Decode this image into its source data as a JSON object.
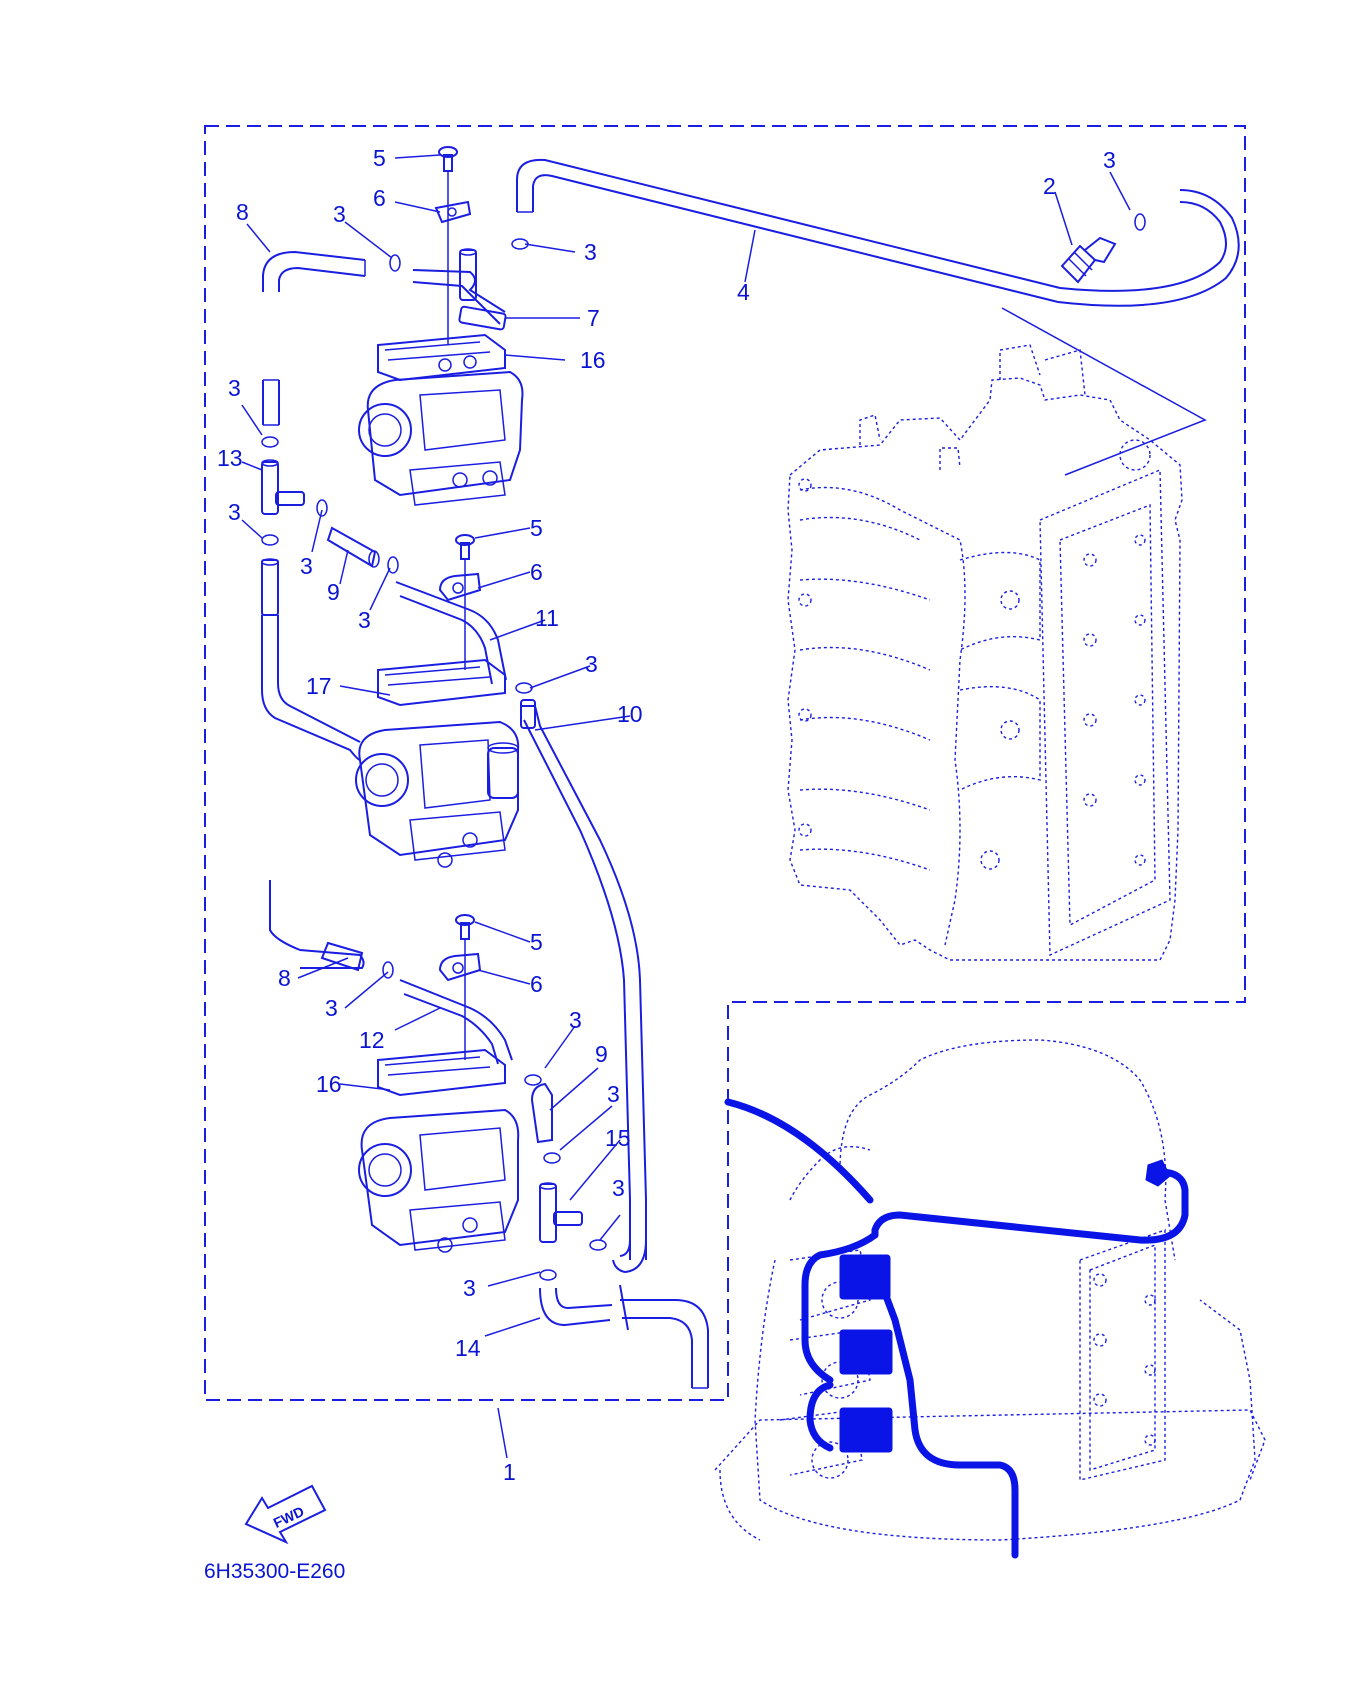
{
  "diagram": {
    "part_code": "6H35300-E260",
    "fwd_label": "FWD",
    "callouts": [
      {
        "id": "c1",
        "text": "1"
      },
      {
        "id": "c2",
        "text": "2"
      },
      {
        "id": "c3a",
        "text": "3"
      },
      {
        "id": "c3b",
        "text": "3"
      },
      {
        "id": "c3c",
        "text": "3"
      },
      {
        "id": "c3d",
        "text": "3"
      },
      {
        "id": "c3e",
        "text": "3"
      },
      {
        "id": "c3f",
        "text": "3"
      },
      {
        "id": "c3g",
        "text": "3"
      },
      {
        "id": "c3h",
        "text": "3"
      },
      {
        "id": "c3i",
        "text": "3"
      },
      {
        "id": "c3j",
        "text": "3"
      },
      {
        "id": "c3k",
        "text": "3"
      },
      {
        "id": "c3l",
        "text": "3"
      },
      {
        "id": "c3m",
        "text": "3"
      },
      {
        "id": "c3n",
        "text": "3"
      },
      {
        "id": "c4",
        "text": "4"
      },
      {
        "id": "c5a",
        "text": "5"
      },
      {
        "id": "c5b",
        "text": "5"
      },
      {
        "id": "c5c",
        "text": "5"
      },
      {
        "id": "c6a",
        "text": "6"
      },
      {
        "id": "c6b",
        "text": "6"
      },
      {
        "id": "c6c",
        "text": "6"
      },
      {
        "id": "c7",
        "text": "7"
      },
      {
        "id": "c8a",
        "text": "8"
      },
      {
        "id": "c8b",
        "text": "8"
      },
      {
        "id": "c9a",
        "text": "9"
      },
      {
        "id": "c9b",
        "text": "9"
      },
      {
        "id": "c10",
        "text": "10"
      },
      {
        "id": "c11",
        "text": "11"
      },
      {
        "id": "c12",
        "text": "12"
      },
      {
        "id": "c13",
        "text": "13"
      },
      {
        "id": "c14",
        "text": "14"
      },
      {
        "id": "c15",
        "text": "15"
      },
      {
        "id": "c16a",
        "text": "16"
      },
      {
        "id": "c16b",
        "text": "16"
      },
      {
        "id": "c17",
        "text": "17"
      }
    ],
    "colors": {
      "line": "#1a1ee0",
      "text": "#0a14d2",
      "highlight": "#0a14e6"
    }
  }
}
